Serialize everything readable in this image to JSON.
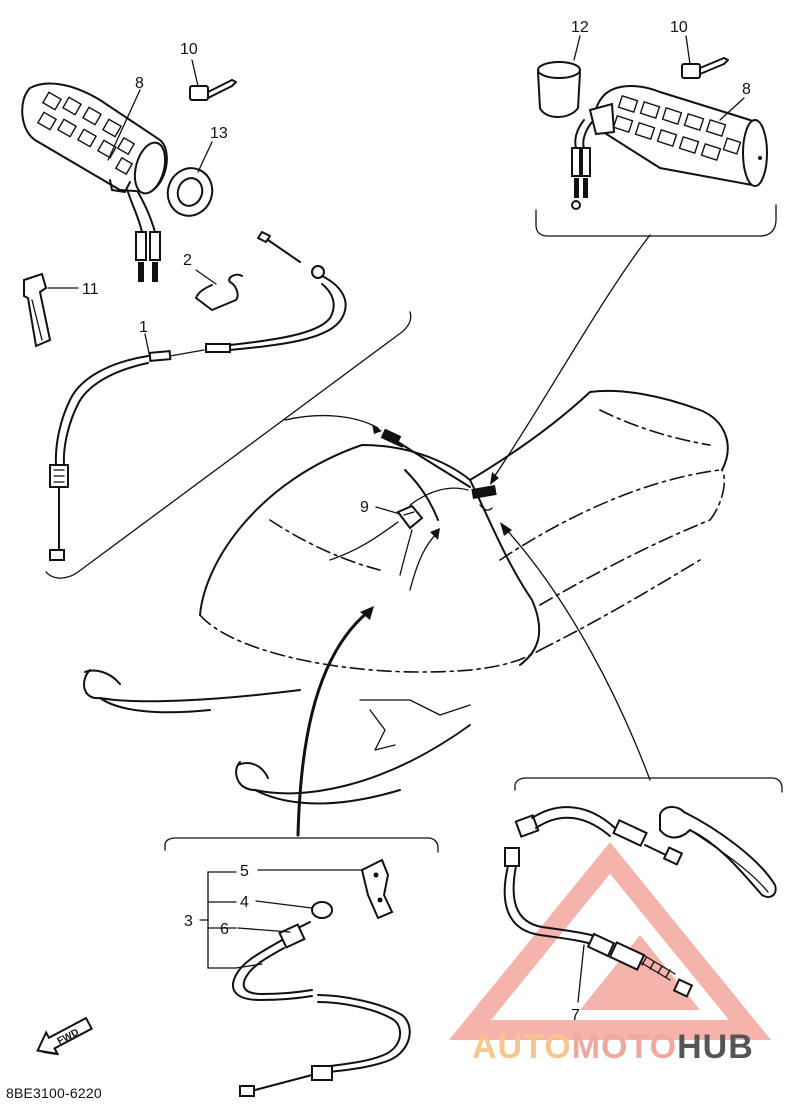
{
  "diagram": {
    "callouts": [
      "1",
      "2",
      "3",
      "4",
      "5",
      "6",
      "7",
      "8",
      "8",
      "9",
      "10",
      "10",
      "11",
      "12",
      "13"
    ],
    "fwd_label": "FWD",
    "code": "8BE3100-6220"
  },
  "watermark": {
    "part1": "AUTO",
    "part2": "MOTO",
    "part3": "HUB",
    "colors": {
      "auto": "#f6c68e",
      "moto": "#f0a79e",
      "hub": "#555555",
      "triangle": "#f19a90"
    }
  }
}
